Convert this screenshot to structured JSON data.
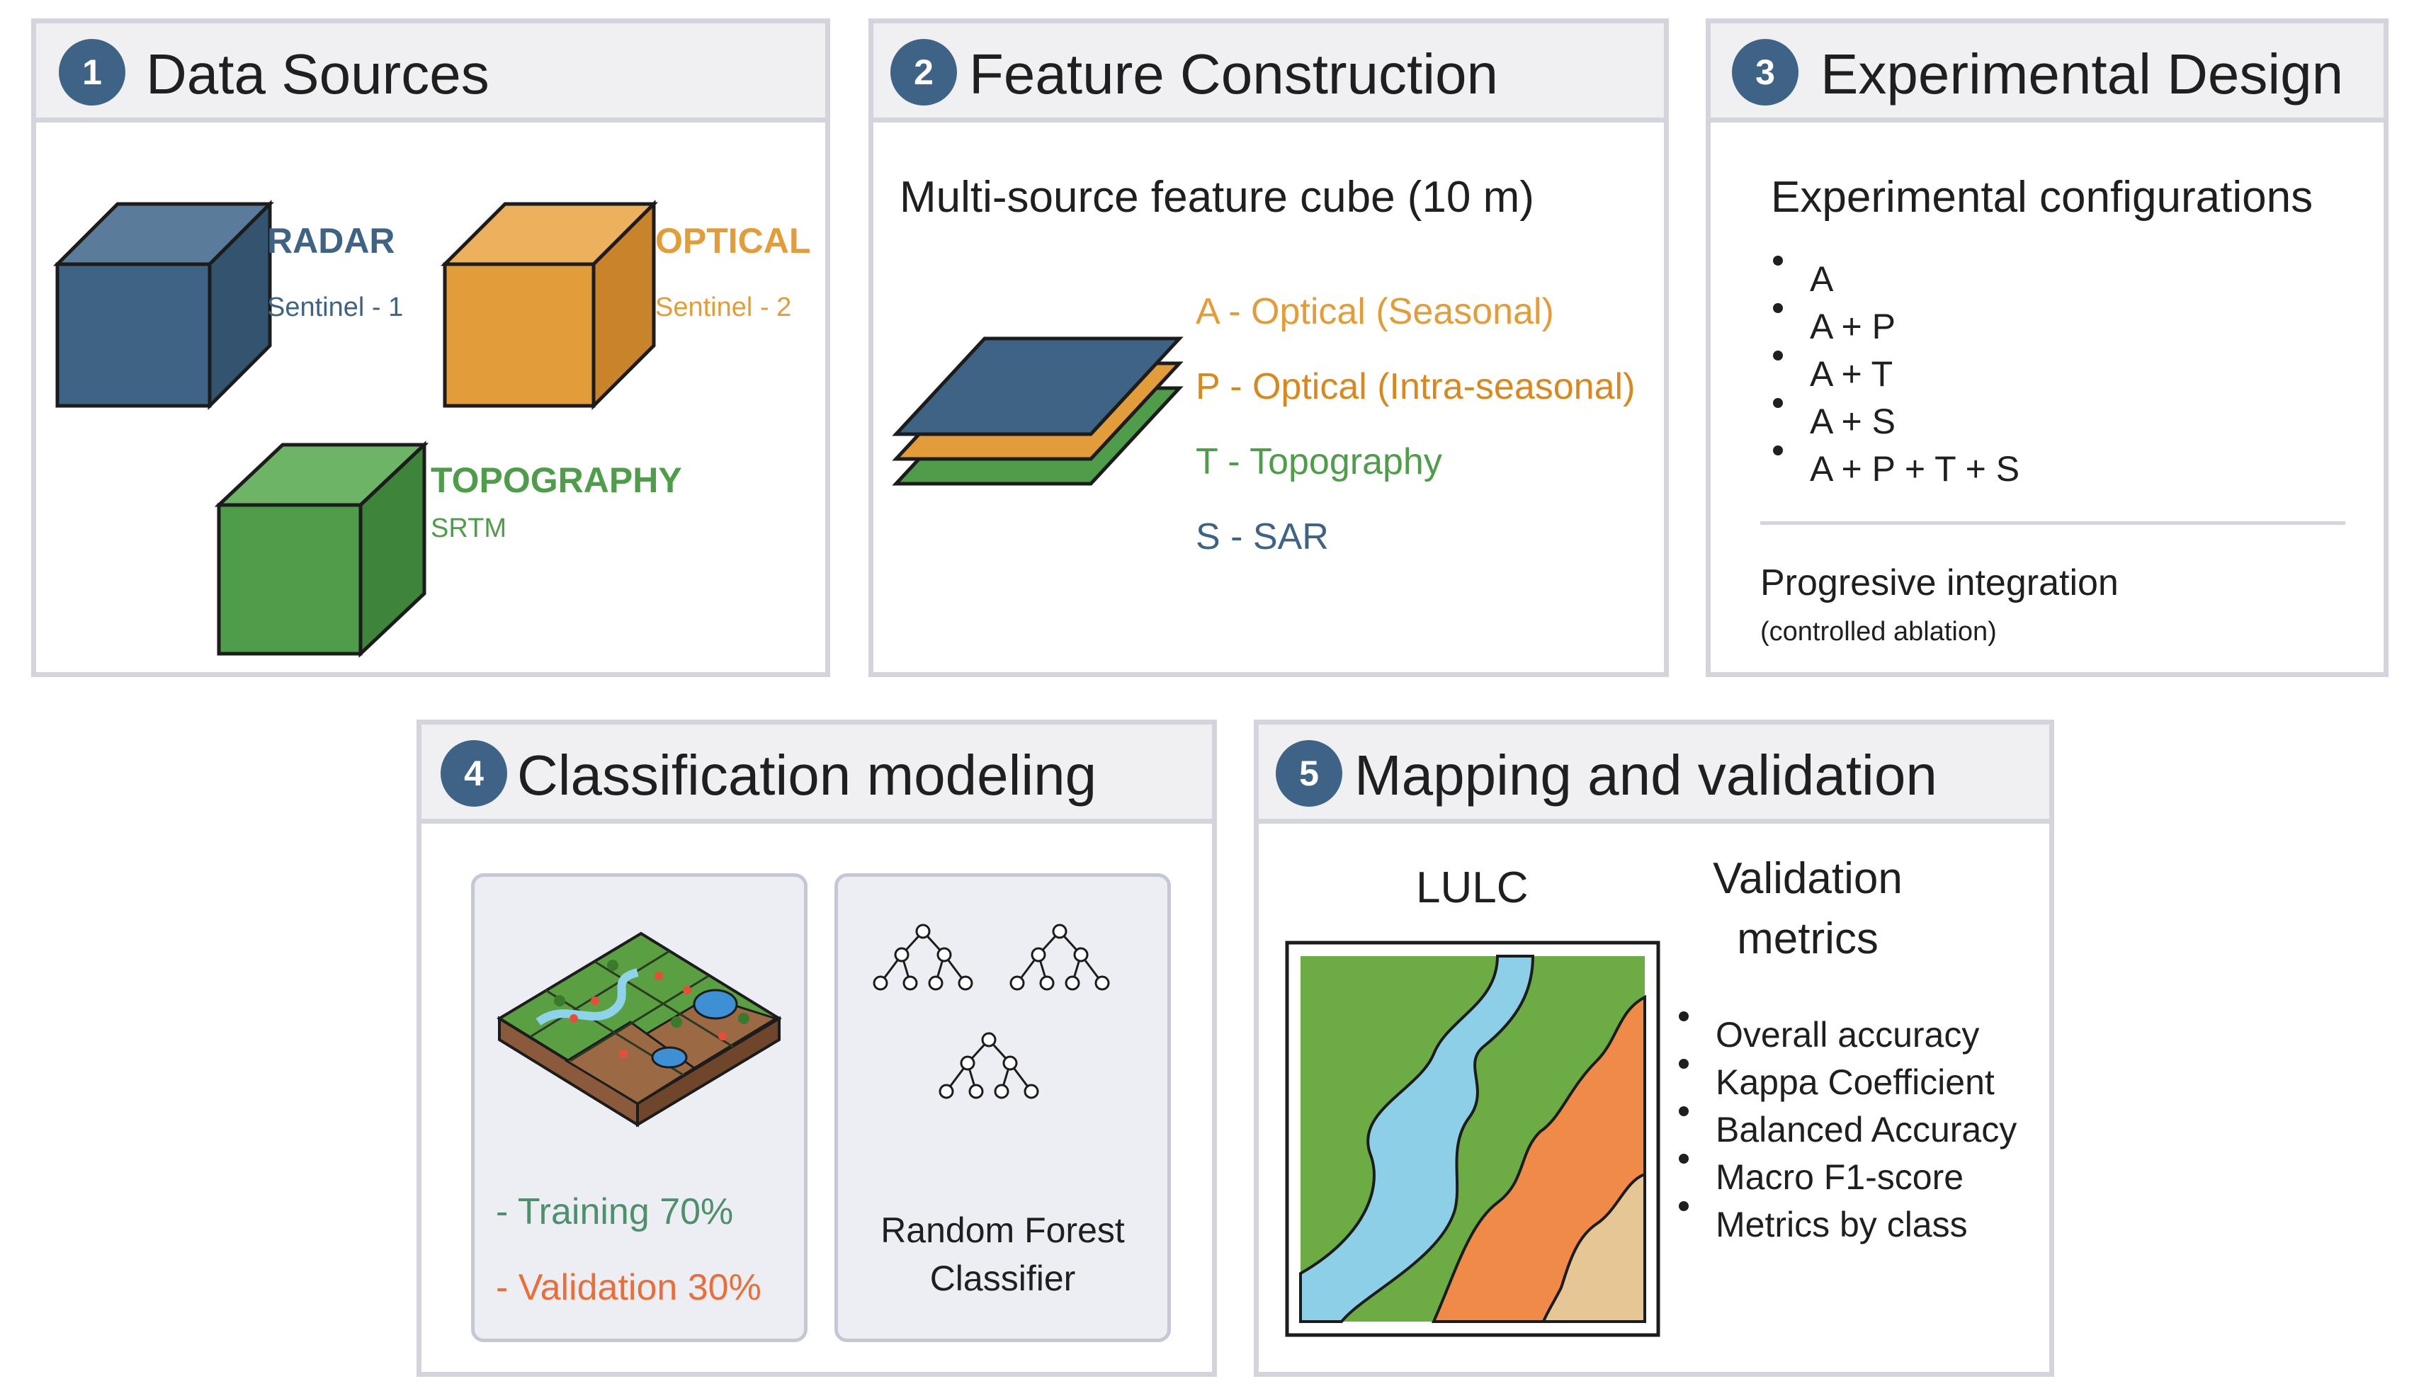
{
  "colors": {
    "radar": "#3f6384",
    "optical": "#e39c3a",
    "topography": "#4f9d4a",
    "badge": "#3f6387",
    "training": "#4f8f6b",
    "validation": "#ea6d3a"
  },
  "panel1": {
    "number": "1",
    "title": "Data Sources",
    "radar": {
      "label": "RADAR",
      "sub": "Sentinel - 1"
    },
    "optical": {
      "label": "OPTICAL",
      "sub": "Sentinel - 2"
    },
    "topography": {
      "label": "TOPOGRAPHY",
      "sub": "SRTM"
    }
  },
  "panel2": {
    "number": "2",
    "title": "Feature Construction",
    "subtitle": "Multi-source feature cube (10 m)",
    "layers": [
      "A - Optical (Seasonal)",
      "P - Optical (Intra-seasonal)",
      "T - Topography",
      "S - SAR"
    ]
  },
  "panel3": {
    "number": "3",
    "title": "Experimental Design",
    "subtitle": "Experimental configurations",
    "configs": [
      "A",
      "A + P",
      "A + T",
      "A + S",
      "A + P + T + S"
    ],
    "note": "Progresive integration",
    "note_sub": "(controlled ablation)"
  },
  "panel4": {
    "number": "4",
    "title": "Classification modeling",
    "training": "- Training 70%",
    "validation": "- Validation 30%",
    "classifier_line1": "Random Forest",
    "classifier_line2": "Classifier"
  },
  "panel5": {
    "number": "5",
    "title": "Mapping and validation",
    "map_title": "LULC",
    "metrics_title_line1": "Validation",
    "metrics_title_line2": "metrics",
    "metrics": [
      "Overall accuracy",
      "Kappa Coefficient",
      "Balanced Accuracy",
      "Macro F1-score",
      "Metrics by class"
    ]
  }
}
